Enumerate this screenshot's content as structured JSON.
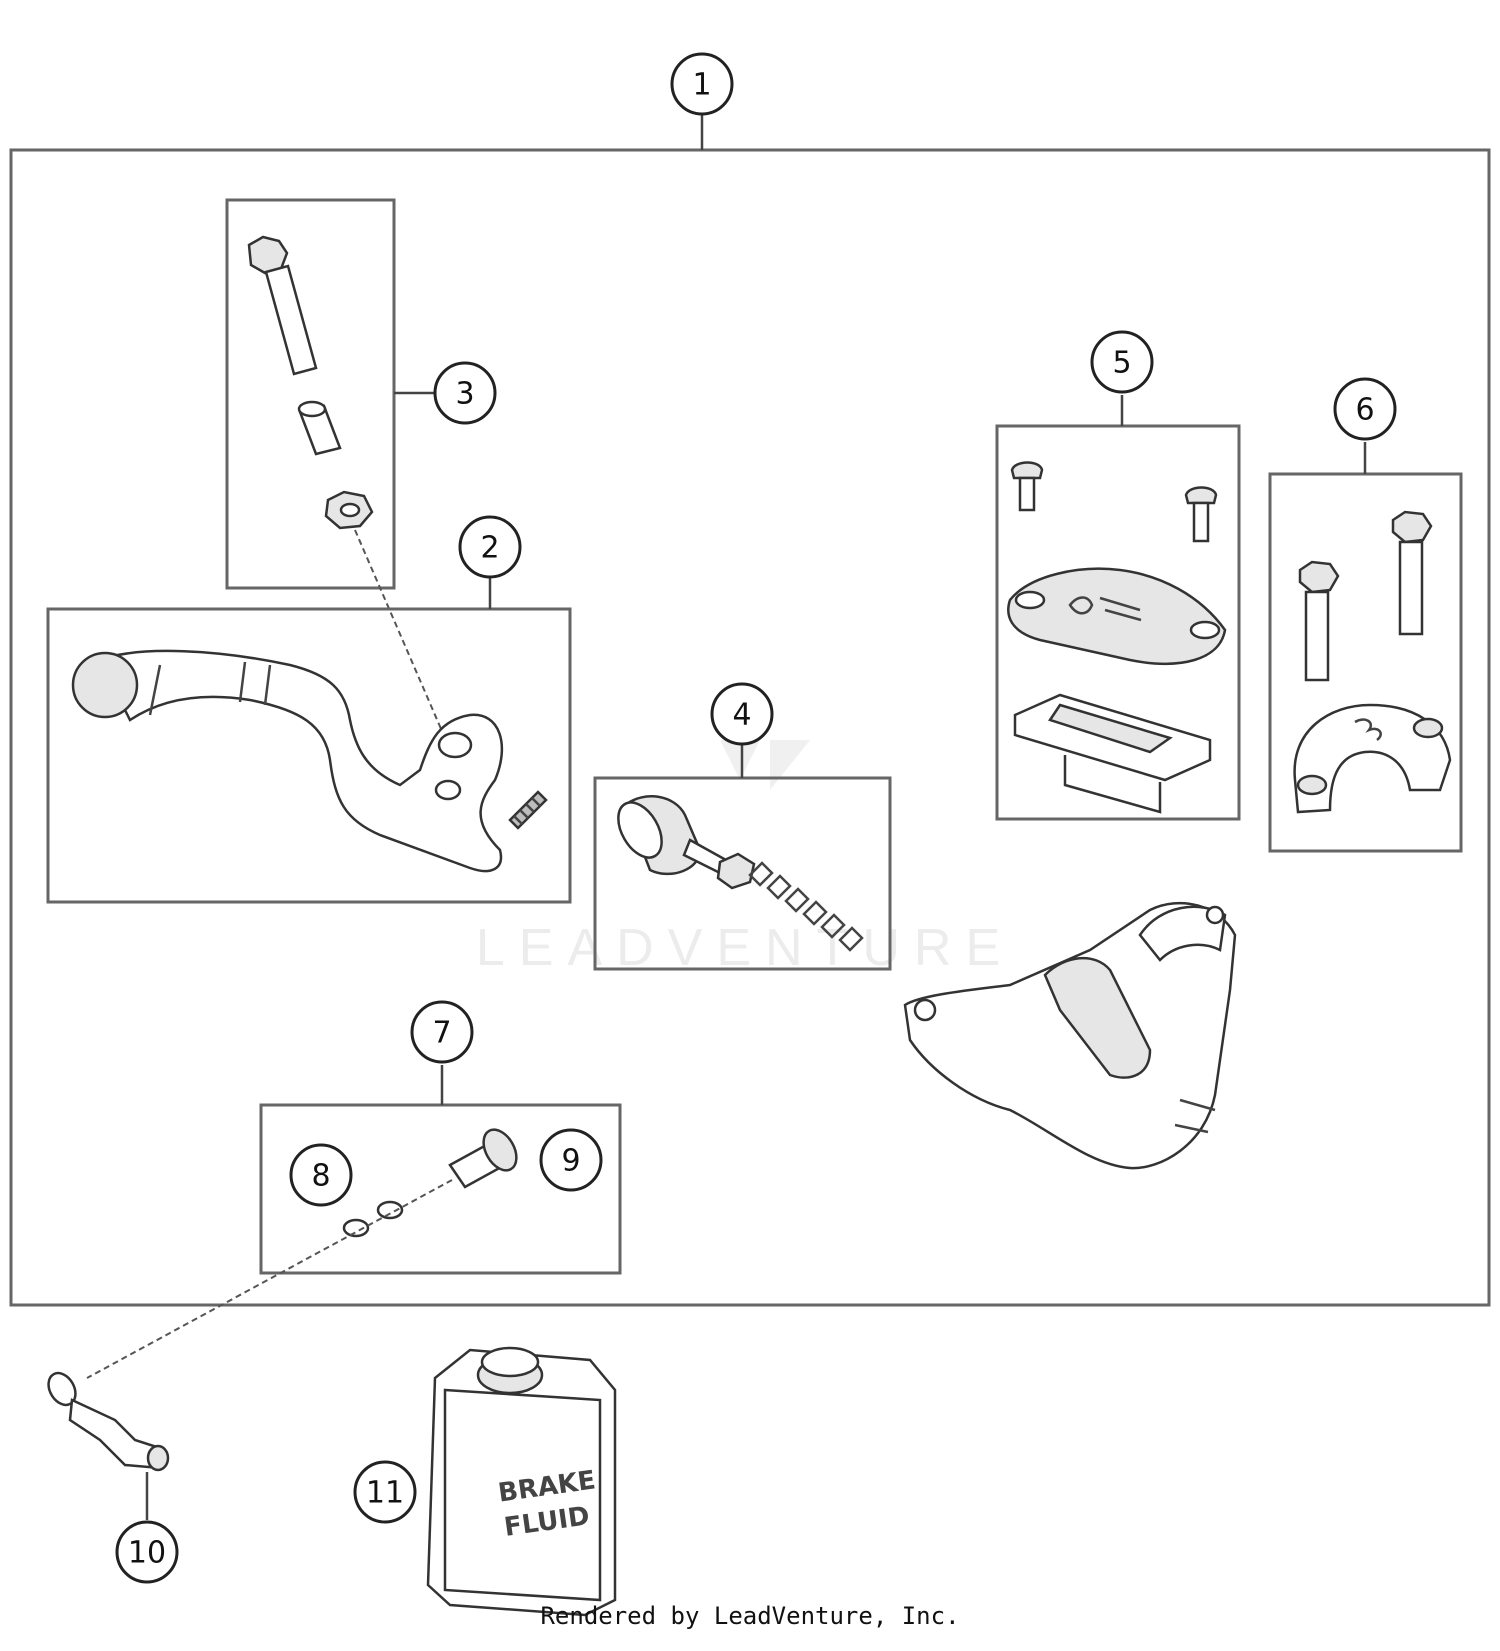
{
  "callouts": [
    {
      "id": "1"
    },
    {
      "id": "2"
    },
    {
      "id": "3"
    },
    {
      "id": "4"
    },
    {
      "id": "5"
    },
    {
      "id": "6"
    },
    {
      "id": "7"
    },
    {
      "id": "8"
    },
    {
      "id": "9"
    },
    {
      "id": "10"
    },
    {
      "id": "11"
    }
  ],
  "watermark": {
    "text": "LEADVENTURE"
  },
  "brake_fluid_can": {
    "line1": "BRAKE",
    "line2": "FLUID"
  },
  "credit": "Rendered by LeadVenture, Inc."
}
